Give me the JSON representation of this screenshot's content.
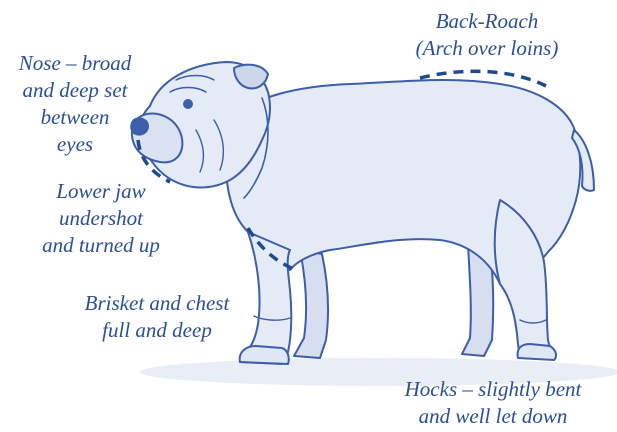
{
  "labels": {
    "nose": [
      "Nose – broad",
      "and deep set",
      "between",
      "eyes"
    ],
    "back": [
      "Back-Roach",
      "(Arch over loins)"
    ],
    "jaw": [
      "Lower jaw",
      "undershot",
      "and turned up"
    ],
    "brisket": [
      "Brisket and chest",
      "full and deep"
    ],
    "hocks": [
      "Hocks – slightly bent",
      "and well let down"
    ]
  },
  "colors": {
    "label": "#2a4f96",
    "dash": "#1f4a8e",
    "sketch_stroke": "#3d5ea8",
    "sketch_fill": "#e4eaf6",
    "ground": "#c9d3e6"
  }
}
